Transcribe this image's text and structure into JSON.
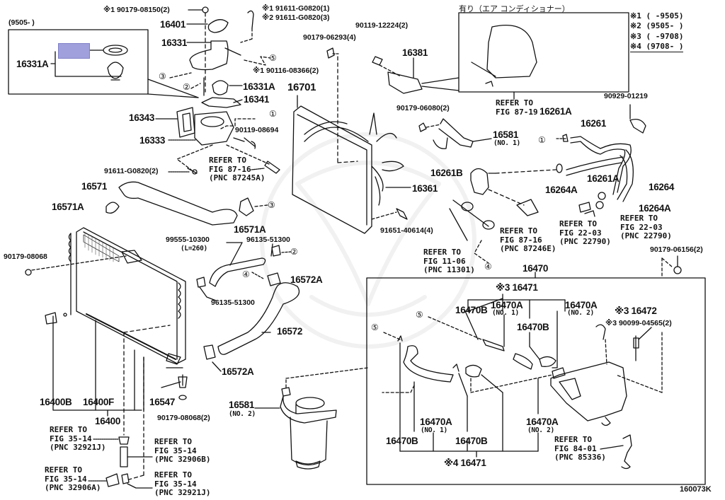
{
  "diagram": {
    "figure_code": "160073K",
    "highlight_color": "#a0a0dc",
    "line_color": "#111111",
    "inset_thermostat": {
      "date_range": "(9505-      )",
      "part": "16331A"
    },
    "inset_ac": {
      "title": "有り（エア コンディショナー）",
      "refer": [
        "REFER TO",
        "FIG 87-19"
      ]
    },
    "legend": [
      {
        "mark": "※1",
        "range": "(      -9505)"
      },
      {
        "mark": "※2",
        "range": "(9505-      )"
      },
      {
        "mark": "※3",
        "range": "(      -9708)"
      },
      {
        "mark": "※4",
        "range": "(9708-      )"
      }
    ],
    "labels": {
      "p90179_08150": "※1 90179-08150(2)",
      "p91611_g0820_1": "※1 91611-G0820(1)",
      "p91611_g0820_3": "※2 91611-G0820(3)",
      "p16401": "16401",
      "p16331": "16331",
      "p90116_08366": "※1 90116-08366(2)",
      "p16331A": "16331A",
      "p16341": "16341",
      "p16343": "16343",
      "p16333": "16333",
      "p90119_08694": "90119-08694",
      "p91611_g0820_2": "91611-G0820(2)",
      "p90179_06293": "90179-06293(4)",
      "p90119_12224": "90119-12224(2)",
      "p16381": "16381",
      "p16701": "16701",
      "p90179_06080": "90179-06080(2)",
      "p16581_no1": "16581",
      "p16581_no1_sub": "(NO. 1)",
      "p90929_01219": "90929-01219",
      "p16261A_top": "16261A",
      "p16261": "16261",
      "p16261B": "16261B",
      "p16264A_left": "16264A",
      "p16261A_mid": "16261A",
      "p16264": "16264",
      "p16264A_right": "16264A",
      "p16361": "16361",
      "p91651_40614": "91651-40614(4)",
      "p16571": "16571",
      "p16571A_left": "16571A",
      "p16571A_right": "16571A",
      "p99555_10300": "99555-10300",
      "p99555_len": "(L=260)",
      "p96135_51300_a": "96135-51300",
      "p96135_51300_b": "96135-51300",
      "p90179_08068": "90179-08068",
      "p16572A_top": "16572A",
      "p16572": "16572",
      "p16572A_bot": "16572A",
      "p16400B": "16400B",
      "p16400F": "16400F",
      "p16547": "16547",
      "p16400": "16400",
      "p90179_08068_2": "90179-08068(2)",
      "p16581_no2": "16581",
      "p16581_no2_sub": "(NO. 2)",
      "p16470": "16470",
      "p16471_top": "※3 16471",
      "p16470B_a": "16470B",
      "p16470A_no1_a": "16470A",
      "p16470A_no1_a_sub": "(NO. 1)",
      "p16470B_b": "16470B",
      "p16470A_no2_a": "16470A",
      "p16470A_no2_a_sub": "(NO. 2)",
      "p16472": "※3 16472",
      "p90099_04565": "※3 90099-04565(2)",
      "p90179_06156": "90179-06156(2)",
      "p16470A_no1_b": "16470A",
      "p16470A_no1_b_sub": "(NO. 1)",
      "p16470A_no2_b": "16470A",
      "p16470A_no2_b_sub": "(NO. 2)",
      "p16470B_c": "16470B",
      "p16470B_d": "16470B",
      "p16471_bot": "※4 16471"
    },
    "references": [
      {
        "id": "ref_87_16_a",
        "lines": [
          "REFER TO",
          "FIG 87-16"
        ],
        "pnc": "(PNC 87245A)"
      },
      {
        "id": "ref_87_16_b",
        "lines": [
          "REFER TO",
          "FIG 87-16"
        ],
        "pnc": "(PNC 87246E)"
      },
      {
        "id": "ref_11_06",
        "lines": [
          "REFER TO",
          "FIG 11-06"
        ],
        "pnc": "(PNC 11301)"
      },
      {
        "id": "ref_22_03_a",
        "lines": [
          "REFER TO",
          "FIG 22-03"
        ],
        "pnc": "(PNC 22790)"
      },
      {
        "id": "ref_22_03_b",
        "lines": [
          "REFER TO",
          "FIG 22-03"
        ],
        "pnc": "(PNC 22790)"
      },
      {
        "id": "ref_35_14_a",
        "lines": [
          "REFER TO",
          "FIG 35-14"
        ],
        "pnc": "(PNC 32921J)"
      },
      {
        "id": "ref_35_14_b",
        "lines": [
          "REFER TO",
          "FIG 35-14"
        ],
        "pnc": "(PNC 32906B)"
      },
      {
        "id": "ref_35_14_c",
        "lines": [
          "REFER TO",
          "FIG 35-14"
        ],
        "pnc": "(PNC 32906A)"
      },
      {
        "id": "ref_35_14_d",
        "lines": [
          "REFER TO",
          "FIG 35-14"
        ],
        "pnc": "(PNC 32921J)"
      },
      {
        "id": "ref_84_01",
        "lines": [
          "REFER TO",
          "FIG 84-01"
        ],
        "pnc": "(PNC 85336)"
      }
    ],
    "connectors": {
      "c1": "①",
      "c2": "②",
      "c3": "③",
      "c4": "④",
      "c5": "⑤"
    }
  }
}
